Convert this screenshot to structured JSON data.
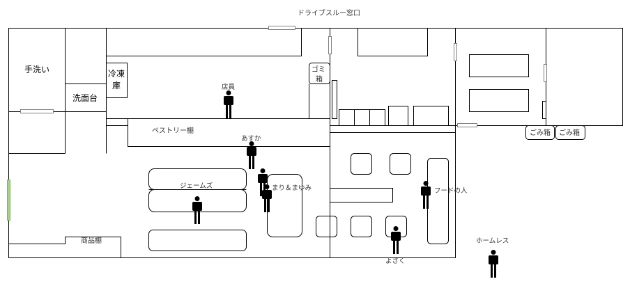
{
  "labels": {
    "drive_thru_window": "ドライブスルー窓口",
    "hand_wash": "手洗い",
    "washbasin": "洗面台",
    "freezer_line1": "冷凍",
    "freezer_line2": "庫",
    "trash_kitchen_line1": "ゴミ",
    "trash_kitchen_line2": "箱",
    "pastry_shelf": "ペストリー棚",
    "product_shelf": "商品棚",
    "trash_box_1": "ごみ箱",
    "trash_box_2": "ごみ箱"
  },
  "people": [
    {
      "name": "店員"
    },
    {
      "name": "あすか"
    },
    {
      "name": "まり＆まゆみ"
    },
    {
      "name": "ジェームズ"
    },
    {
      "name": "フードの人"
    },
    {
      "name": "よさく"
    },
    {
      "name": "ホームレス"
    }
  ],
  "colors": {
    "wall": "#000000",
    "window": "#808080",
    "entrance_door": "#a8d08d",
    "person": "#000000"
  }
}
